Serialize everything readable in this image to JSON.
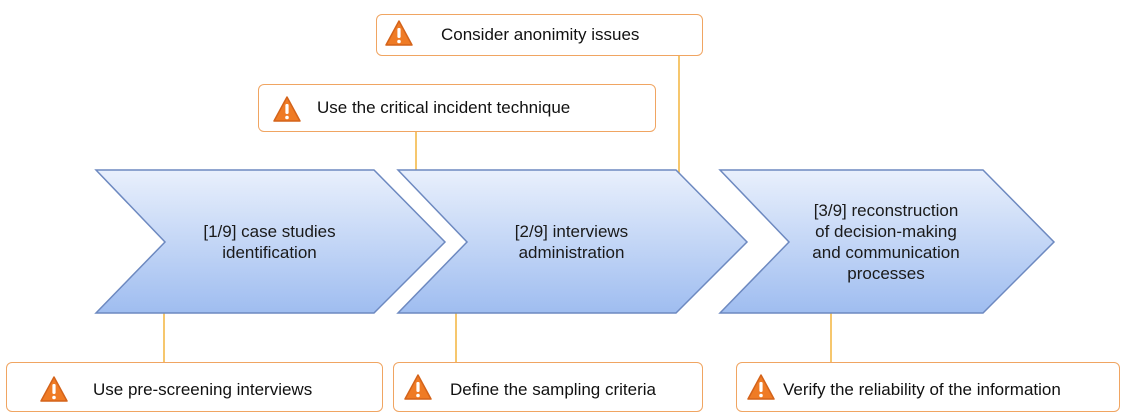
{
  "colors": {
    "chevron_fill_top": "#e9f0fc",
    "chevron_fill_bottom": "#9fbdf0",
    "chevron_stroke": "#6d89c0",
    "connector": "#f2b43c",
    "callout_border": "#f0a562",
    "warning_fill": "#ef7b25"
  },
  "icons": {
    "callout": "warning-triangle-icon"
  },
  "steps": [
    {
      "line1": "[1/9] case studies",
      "line2": "identification",
      "line3": "",
      "line4": ""
    },
    {
      "line1": "[2/9] interviews",
      "line2": "administration",
      "line3": "",
      "line4": ""
    },
    {
      "line1": "[3/9] reconstruction",
      "line2": "of decision-making",
      "line3": "and communication",
      "line4": "processes"
    }
  ],
  "callouts": {
    "anonimity": "Consider anonimity issues",
    "critical_incident": "Use the critical incident technique",
    "prescreening": "Use pre-screening interviews",
    "sampling": "Define the sampling criteria",
    "reliability": "Verify the reliability of the information"
  }
}
